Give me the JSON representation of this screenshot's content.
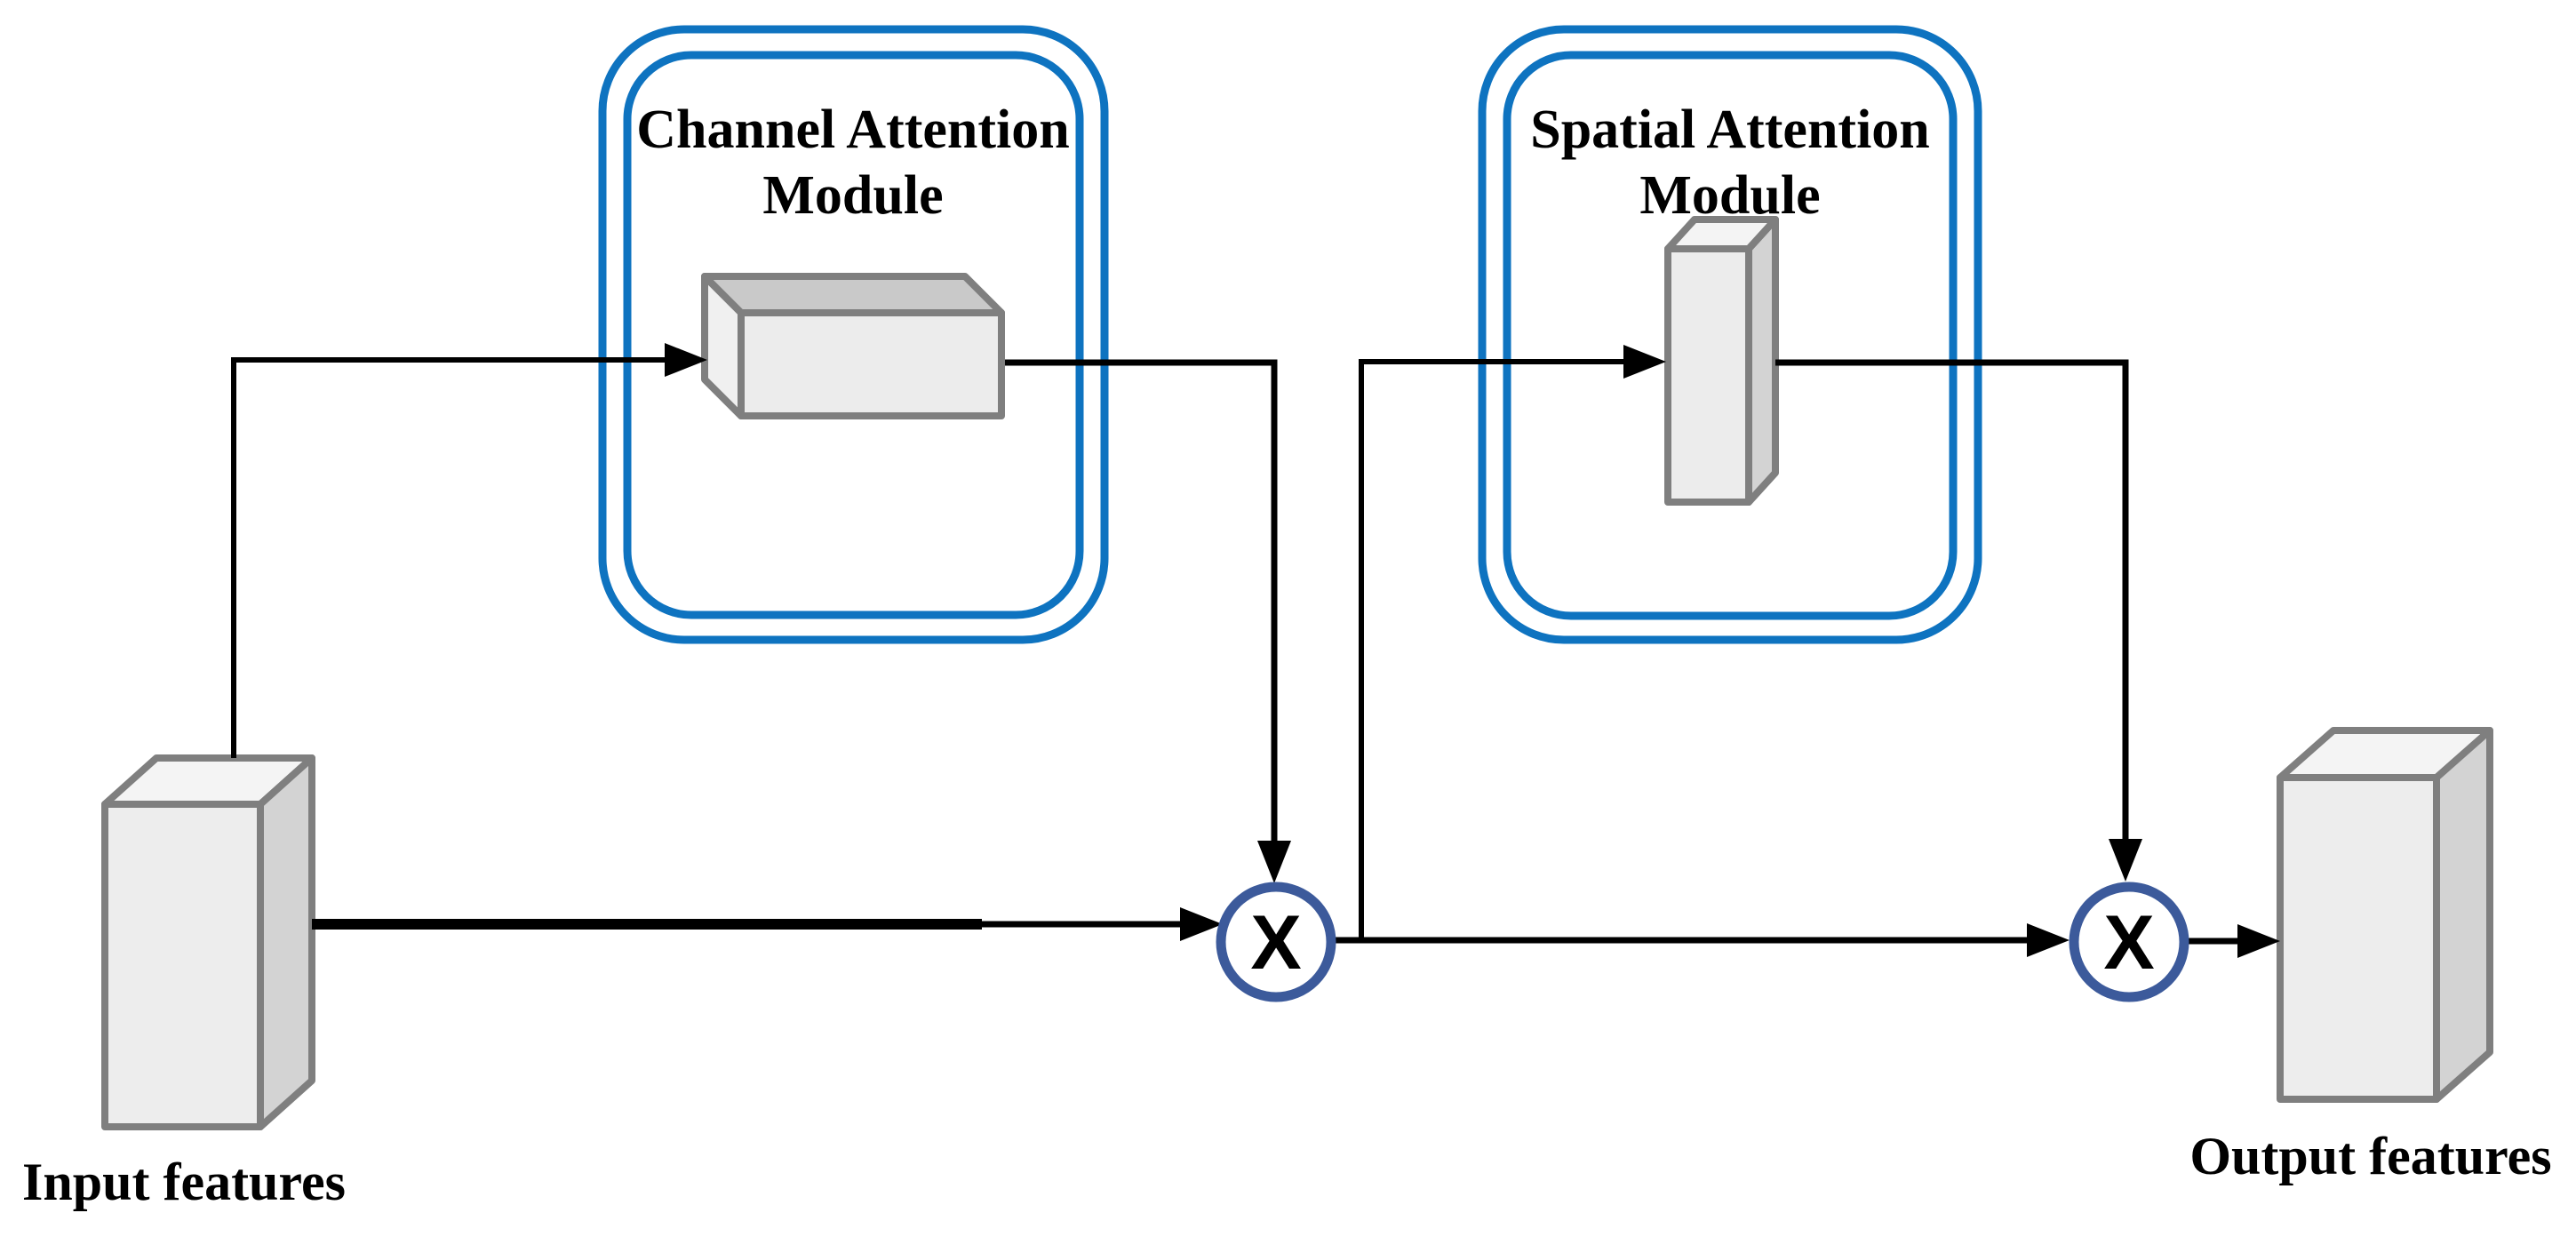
{
  "figure": {
    "channel_module": {
      "title_line1": "Channel Attention",
      "title_line2": "Module"
    },
    "spatial_module": {
      "title_line1": "Spatial Attention",
      "title_line2": "Module"
    },
    "input_label": "Input features",
    "output_label": "Output features",
    "multiply_symbol": "X",
    "colors": {
      "module_border": "#0e73c0",
      "multiply_border": "#3c5a9b",
      "connector": "#000000",
      "box_border": "#7f7f7f",
      "box_front": "#ededed",
      "box_top_light": "#f4f4f4",
      "box_top_dark": "#c9c9c9",
      "box_side": "#d3d3d3",
      "text": "#000000",
      "background": "#ffffff"
    }
  }
}
